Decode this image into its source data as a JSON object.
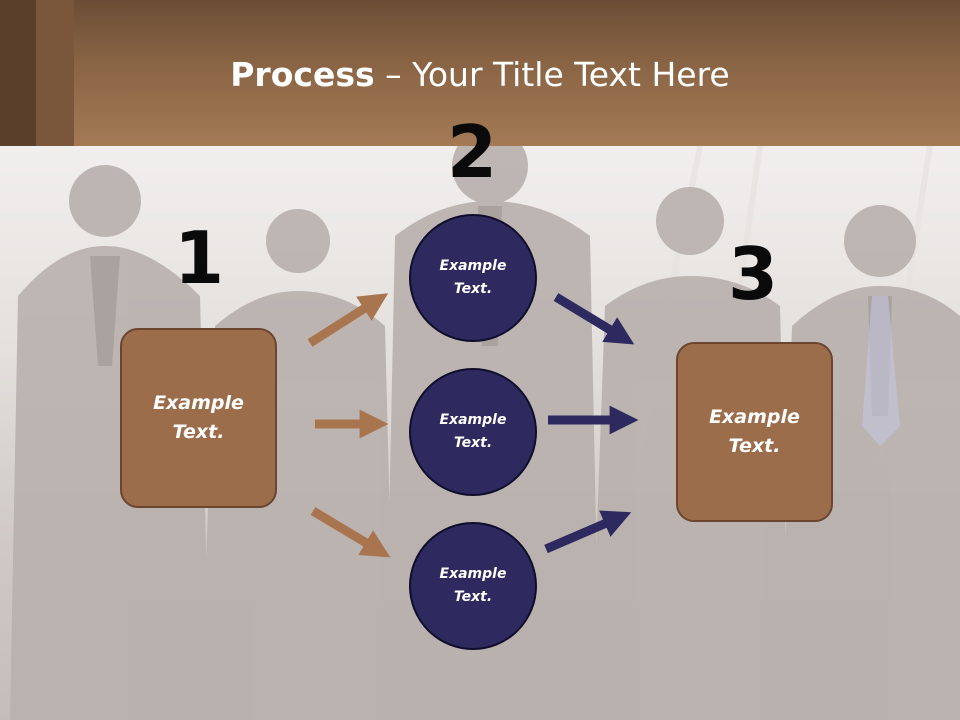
{
  "title": {
    "bold": "Process",
    "rest": " – Your Title Text Here"
  },
  "steps": {
    "one": "1",
    "two": "2",
    "three": "3"
  },
  "boxes": {
    "left": {
      "line1": "Example",
      "line2": "Text."
    },
    "right": {
      "line1": "Example",
      "line2": "Text."
    }
  },
  "circles": {
    "top": {
      "line1": "Example",
      "line2": "Text."
    },
    "middle": {
      "line1": "Example",
      "line2": "Text."
    },
    "bottom": {
      "line1": "Example",
      "line2": "Text."
    }
  },
  "colors": {
    "brown_arrow": "#a9754f",
    "navy_arrow": "#2e2a60",
    "box_fill": "#9c6d4b",
    "circle_fill": "#2e2a60",
    "header": "#8a6545"
  }
}
